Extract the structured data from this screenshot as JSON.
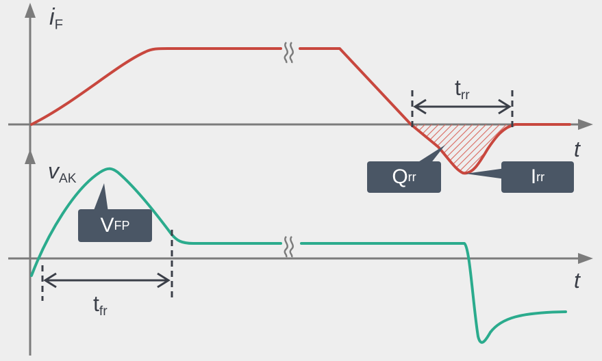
{
  "colors": {
    "background": "#eeeeee",
    "axis": "#7b7b7b",
    "current_trace": "#c8473e",
    "voltage_trace": "#2bab8d",
    "callout_fill": "#4a5665",
    "text": "#3b3f48"
  },
  "top_axis": {
    "ylabel_main": "i",
    "ylabel_sub": "F",
    "xlabel": "t"
  },
  "bottom_axis": {
    "ylabel_main": "v",
    "ylabel_sub": "AK",
    "xlabel": "t"
  },
  "annotations": {
    "trr_main": "t",
    "trr_sub": "rr",
    "tfr_main": "t",
    "tfr_sub": "fr",
    "qrr_main": "Q",
    "qrr_sub": "rr",
    "irr_main": "I",
    "irr_sub": "rr",
    "vfp_main": "V",
    "vfp_sub": "FP"
  },
  "icons": {
    "break_symbol": "axis-break-icon"
  }
}
